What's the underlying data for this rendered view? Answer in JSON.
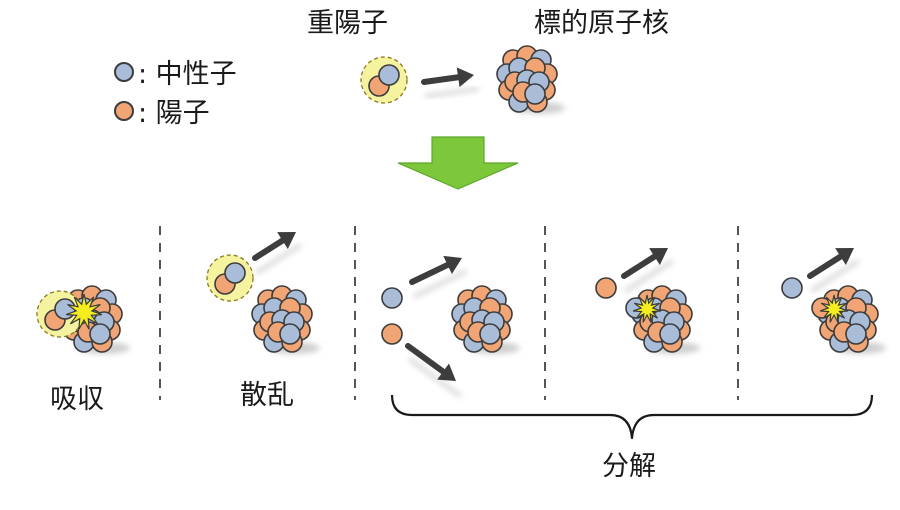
{
  "legend": {
    "neutron_label": ": 中性子",
    "proton_label": ": 陽子"
  },
  "top": {
    "projectile_label": "重陽子",
    "target_label": "標的原子核"
  },
  "outcomes": {
    "absorption_label": "吸収",
    "scattering_label": "散乱",
    "breakup_label": "分解"
  },
  "colors": {
    "neutron": "#a9bcd8",
    "proton": "#f1a574",
    "outline": "#3c3c3c",
    "halo": "#f6f3a0",
    "halo_stroke": "#8a7a1a",
    "arrow": "#3d3d3d",
    "big_arrow": "#7cc83a",
    "flash": "#f4ee1e",
    "divider": "#555555"
  },
  "icons": [
    "neutron-dot",
    "proton-dot",
    "deuteron",
    "nucleus",
    "arrow",
    "collision-flash",
    "down-arrow",
    "brace"
  ]
}
